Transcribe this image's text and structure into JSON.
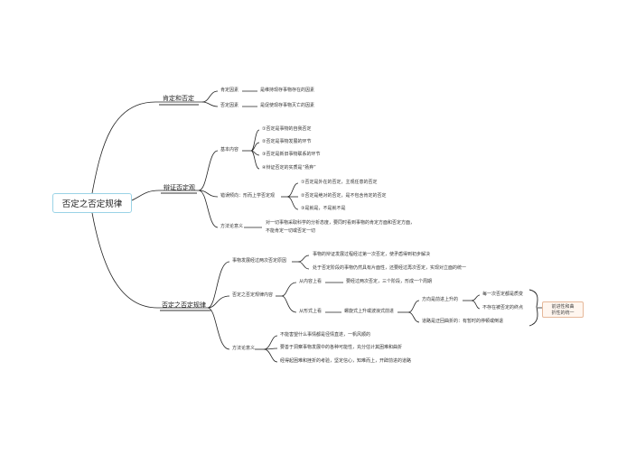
{
  "root": "否定之否定规律",
  "b1": {
    "title": "肯定和否定",
    "items": [
      {
        "label": "肯定因素",
        "desc": "是维持现存事物存在的因素"
      },
      {
        "label": "否定因素",
        "desc": "是促使现存事物灭亡的因素"
      }
    ]
  },
  "b2": {
    "title": "辩证否定观",
    "basic": {
      "label": "基本内容",
      "items": [
        "①否定是事物的自我否定",
        "②否定是事物发展的环节",
        "③否定是新旧事物联系的环节",
        "④辩证否定的实质是“扬弃”"
      ]
    },
    "wrong": {
      "label": "错误倾向：形而上学否定观",
      "items": [
        "①否定是外在的否定，主观任意的否定",
        "②否定是绝对的否定，是不包含肯定的否定",
        "③是就是，不是就不是"
      ]
    },
    "method": {
      "label": "方法论意义",
      "line1": "对一切事物采取科学的分析态度，要同时看到事物的肯定方面和否定方面，",
      "line2": "不能肯定一切或否定一切"
    }
  },
  "b3": {
    "title": "否定之否定规律",
    "principle": {
      "label": "事物发展经过两次否定原因",
      "items": [
        "事物的辩证发展过程经过第一次否定，使矛盾得到初步解决",
        "处于否定阶段的事物仍然具有片面性，还要经过再次否定，实现对立面的统一"
      ]
    },
    "content": {
      "label": "否定之否定规律内容",
      "inner": {
        "label": "从内容上看",
        "desc": "要经过两次否定，三个阶段，形成一个周期"
      },
      "form": {
        "label": "从形式上看",
        "desc": "螺旋式上升或波浪式前进",
        "up": {
          "label": "方向是前进上升的",
          "items": [
            "每一次否定都是质变",
            "不存在被否定的终点"
          ]
        },
        "road": "道路是迂回曲折的：有暂时的停顿或倒退",
        "summary1": "前进性和曲",
        "summary2": "折性的统一"
      }
    },
    "method": {
      "label": "方法论意义",
      "items": [
        "不能害望什么事情都是径情直遂，一帆风顺的",
        "要善于洞察事物发展中的各种可能性，充分估计其困难和曲折",
        "经得起困难和挫折的考验，坚定信心，知难而上，开辟前进的道路"
      ]
    }
  }
}
